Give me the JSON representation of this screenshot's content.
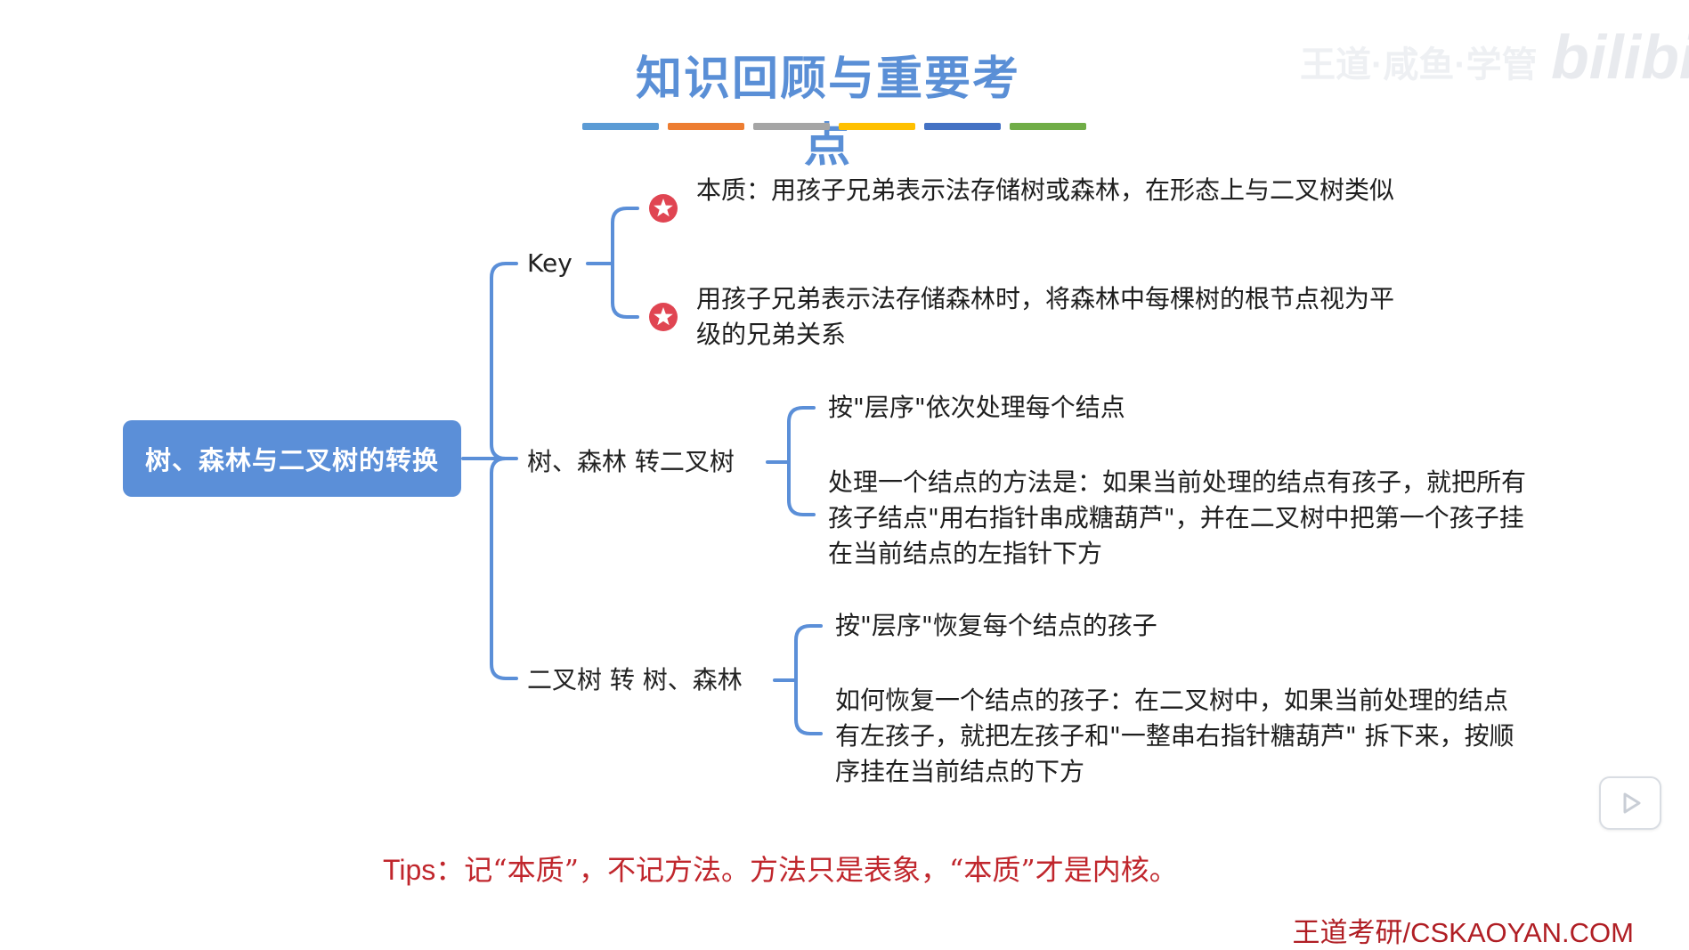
{
  "title": "知识回顾与重要考点",
  "stripe_colors": [
    "#5b9bd5",
    "#ed7d31",
    "#a5a5a5",
    "#ffc000",
    "#4472c4",
    "#70ad47"
  ],
  "accent_color": "#5b8fd8",
  "star_color": "#e04552",
  "watermark": {
    "text": "王道·咸鱼·学管",
    "logo": "bilibili"
  },
  "root": {
    "label": "树、森林与二叉树的转换"
  },
  "branches": {
    "key": {
      "label": "Key",
      "items": [
        "本质：用孩子兄弟表示法存储树或森林，在形态上与二叉树类似",
        "用孩子兄弟表示法存储森林时，将森林中每棵树的根节点视为平级的兄弟关系"
      ]
    },
    "to_binary": {
      "label": "树、森林 转二叉树",
      "items": [
        "按\"层序\"依次处理每个结点",
        "处理一个结点的方法是：如果当前处理的结点有孩子，就把所有孩子结点\"用右指针串成糖葫芦\"，并在二叉树中把第一个孩子挂在当前结点的左指针下方"
      ]
    },
    "from_binary": {
      "label": "二叉树 转 树、森林",
      "items": [
        "按\"层序\"恢复每个结点的孩子",
        "如何恢复一个结点的孩子：在二叉树中，如果当前处理的结点有左孩子，就把左孩子和\"一整串右指针糖葫芦\" 拆下来，按顺序挂在当前结点的下方"
      ]
    }
  },
  "tips": {
    "prefix": "Tips：",
    "text": "记“本质”，不记方法。方法只是表象，“本质”才是内核。"
  },
  "brand": "王道考研/CSKAOYAN.COM"
}
